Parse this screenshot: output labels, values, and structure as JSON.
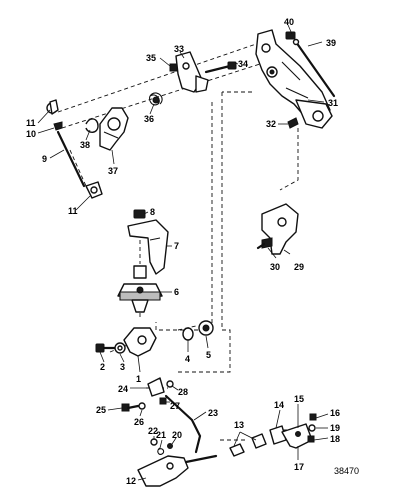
{
  "figure_number": "38470",
  "callouts": {
    "c1": "1",
    "c2": "2",
    "c3": "3",
    "c4": "4",
    "c5": "5",
    "c6": "6",
    "c7": "7",
    "c8": "8",
    "c9": "9",
    "c10": "10",
    "c11a": "11",
    "c11b": "11",
    "c12": "12",
    "c13": "13",
    "c14": "14",
    "c15": "15",
    "c16": "16",
    "c17": "17",
    "c18": "18",
    "c19": "19",
    "c20": "20",
    "c21": "21",
    "c22": "22",
    "c23": "23",
    "c24": "24",
    "c25": "25",
    "c26": "26",
    "c27": "27",
    "c28": "28",
    "c29": "29",
    "c30": "30",
    "c31": "31",
    "c32": "32",
    "c33": "33",
    "c34": "34",
    "c35": "35",
    "c36": "36",
    "c37": "37",
    "c38": "38",
    "c39": "39",
    "c40": "40"
  }
}
